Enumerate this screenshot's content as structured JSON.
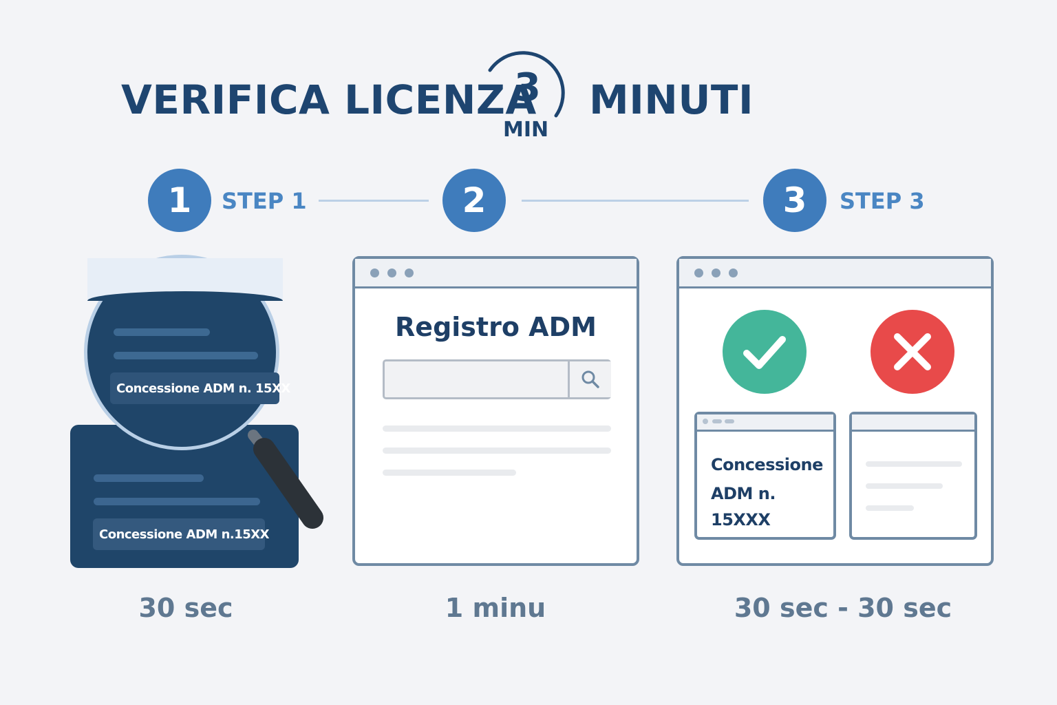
{
  "title": {
    "left": "VERIFICA LICENZA",
    "clock_number": "3",
    "clock_unit": "MIN",
    "right": "MINUTI"
  },
  "steps": [
    {
      "number": "1",
      "label": "STEP 1"
    },
    {
      "number": "2",
      "label": ""
    },
    {
      "number": "3",
      "label": "STEP 3"
    }
  ],
  "panel1": {
    "magnified_text": "Concessione ADM n. 15XX",
    "document_text": "Concessione ADM n.15XX",
    "time": "30 sec"
  },
  "panel2": {
    "heading": "Registro ADM",
    "search_value": "",
    "time": "1 minu"
  },
  "panel3": {
    "valid_card_line1": "Concessione",
    "valid_card_line2": "ADM n. 15XXX",
    "time": "30 sec - 30 sec"
  },
  "colors": {
    "primary": "#1e4570",
    "step_blue": "#3f7cbc",
    "success": "#44b69a",
    "error": "#e84a4a"
  },
  "icons": [
    "clock-icon",
    "search-icon",
    "magnifier-icon",
    "check-icon",
    "x-icon"
  ]
}
